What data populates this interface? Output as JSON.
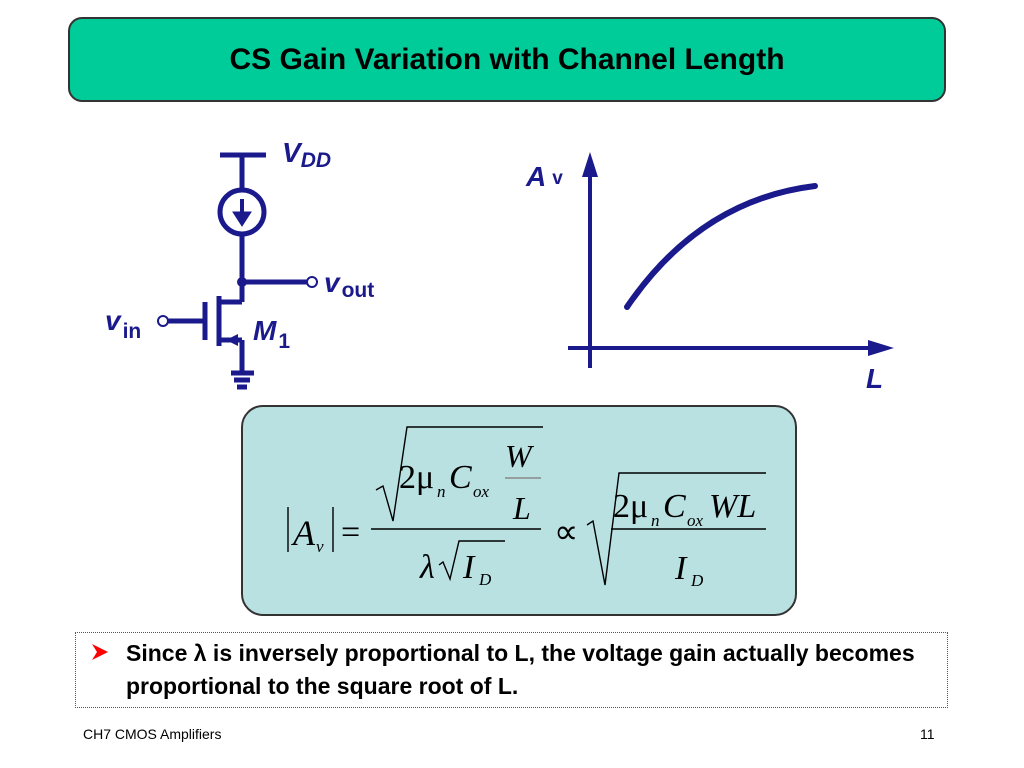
{
  "slide": {
    "title": "CS Gain Variation with Channel Length",
    "page_number": "11",
    "footer": "CH7 CMOS Amplifiers"
  },
  "circuit": {
    "supply_label": "V",
    "supply_sub": "DD",
    "output_label": "v",
    "output_sub": "out",
    "input_label": "v",
    "input_sub": "in",
    "transistor_label": "M",
    "transistor_sub": "1"
  },
  "graph": {
    "y_axis_label": "A",
    "y_axis_sub": "v",
    "x_axis_label": "L"
  },
  "equation": {
    "abs_A": "A",
    "abs_sub": "v",
    "equals": "=",
    "two_mu": "2μ",
    "n": "n",
    "C": "C",
    "ox": "ox",
    "W": "W",
    "L": "L",
    "lambda": "λ",
    "I": "I",
    "D": "D",
    "propto": "∝",
    "WL": "WL"
  },
  "note": {
    "text": "Since λ is inversely proportional to L, the voltage gain actually becomes proportional to the square root of L."
  },
  "colors": {
    "title_bg": "#00cc99",
    "ink": "#1a1a8c",
    "eq_bg": "#b9e1e2",
    "bullet": "#ff0000"
  }
}
